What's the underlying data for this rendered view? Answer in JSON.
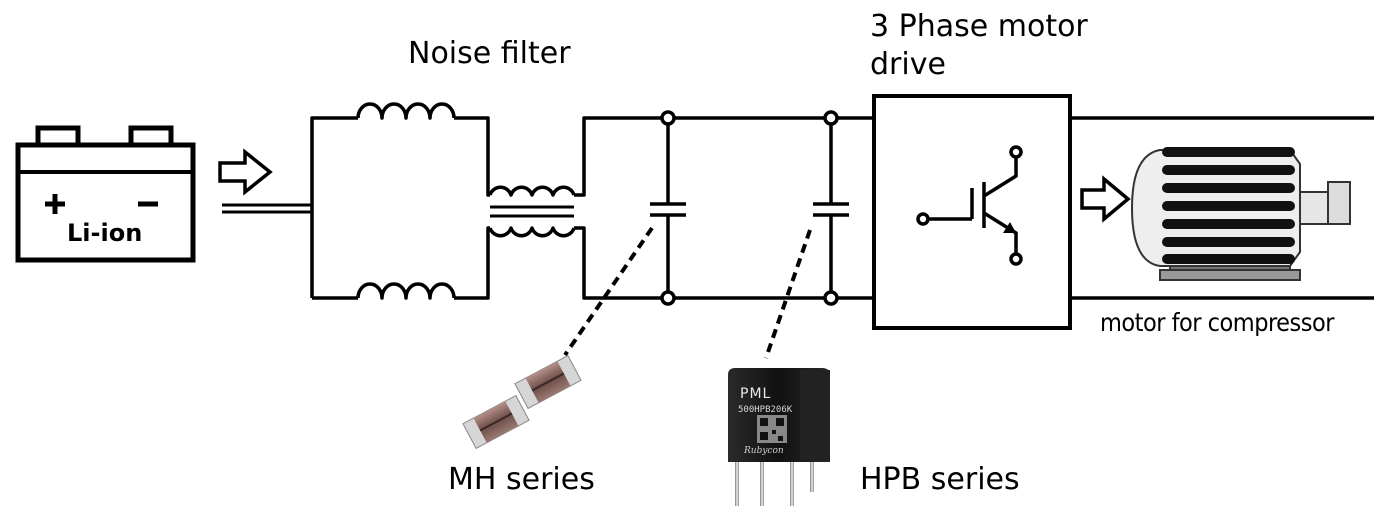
{
  "labels": {
    "noise_filter": "Noise filter",
    "motor_drive": "3 Phase motor drive",
    "motor": "motor for compressor",
    "battery": "Li-ion",
    "mh_series": "MH series",
    "hpb_series": "HPB series"
  },
  "battery": {
    "plus": "+",
    "minus": "–"
  },
  "hpb_chip": {
    "brand": "PML",
    "part_number": "500HPB206K",
    "maker": "Rubycon"
  },
  "colors": {
    "line": "#000000",
    "chip_body": "#1a1a1a",
    "mh_body": "#8a6b63",
    "mh_terminal": "#cfcfcf"
  }
}
